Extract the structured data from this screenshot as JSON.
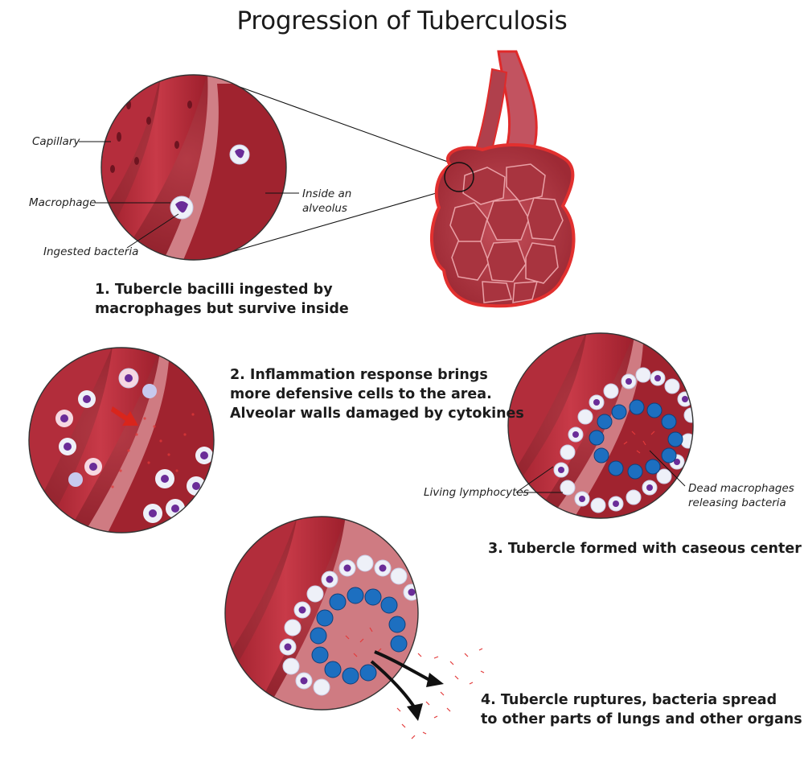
{
  "title": "Progression of Tuberculosis",
  "steps": [
    {
      "lines": [
        "1. Tubercle bacilli ingested by",
        "macrophages but survive inside"
      ]
    },
    {
      "lines": [
        "2. Inflammation response brings",
        "more defensive cells to the area.",
        "Alveolar walls damaged by cytokines"
      ]
    },
    {
      "lines": [
        "3. Tubercle formed with caseous center"
      ]
    },
    {
      "lines": [
        "4. Tubercle ruptures, bacteria spread",
        "to other parts of lungs and other organs"
      ]
    }
  ],
  "labels": {
    "capillary": "Capillary",
    "macrophage": "Macrophage",
    "ingested_bacteria": "Ingested bacteria",
    "inside_alveolus": [
      "Inside an",
      "alveolus"
    ],
    "living_lymphocytes": "Living lymphocytes",
    "dead_macrophages": [
      "Dead macrophages",
      "releasing bacteria"
    ]
  },
  "colors": {
    "tissue": "#b6323d",
    "alveolus_interior": "#a52530",
    "vessel_wall": "#e8868c",
    "lymphocyte": "#e9ecf7",
    "lymphocyte_nucleus": "#6a2c98",
    "dead_macrophage": "#1d6fc0",
    "bacteria": "#e23a3a",
    "arrow_red": "#d9251c"
  }
}
